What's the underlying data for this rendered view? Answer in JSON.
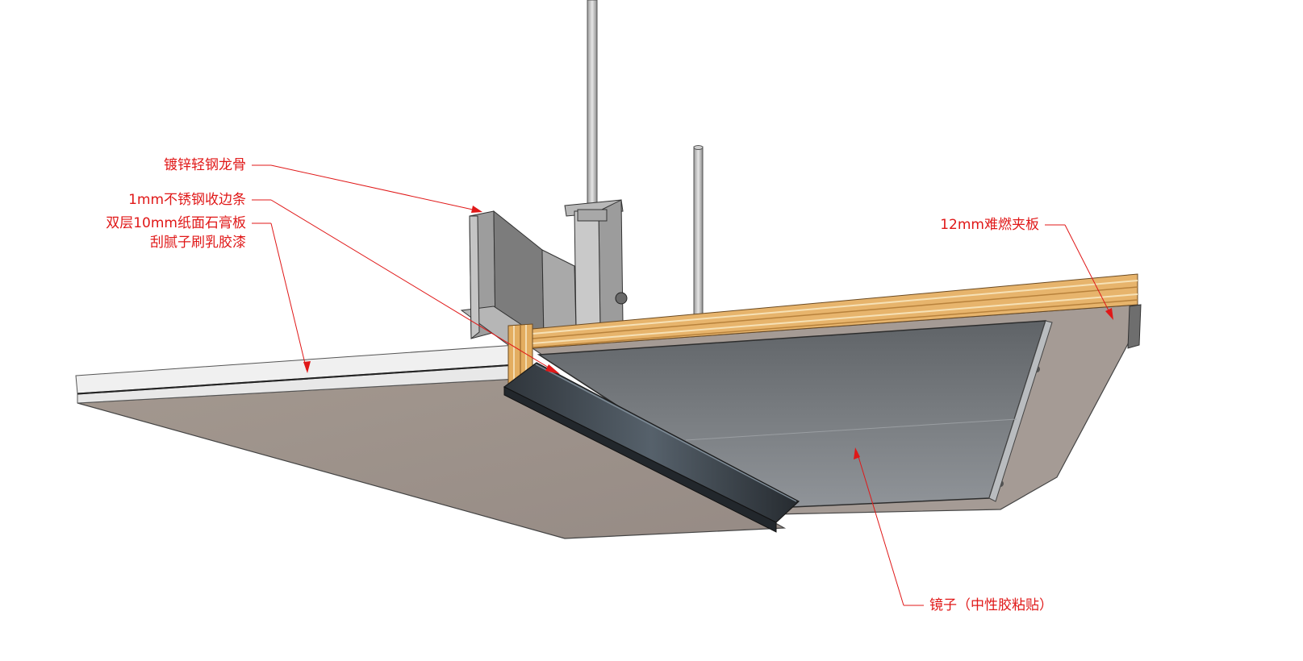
{
  "colors": {
    "label_text": "#e01818",
    "leader_line": "#e01818",
    "gypsum_face": "#a09590",
    "gypsum_edge": "#ececec",
    "plywood_edge": "#e0b06a",
    "plywood_face": "#a49a94",
    "mirror": "#6f7377",
    "stainless_trim": "#3c434a",
    "steel_keel": "#8a8a8a"
  },
  "labels": {
    "keel": "镀锌轻钢龙骨",
    "trim": "1mm不锈钢收边条",
    "gypsum_line1": "双层10mm纸面石膏板",
    "gypsum_line2": "刮腻子刷乳胶漆",
    "plywood": "12mm难燃夹板",
    "mirror": "镜子（中性胶粘贴）"
  }
}
